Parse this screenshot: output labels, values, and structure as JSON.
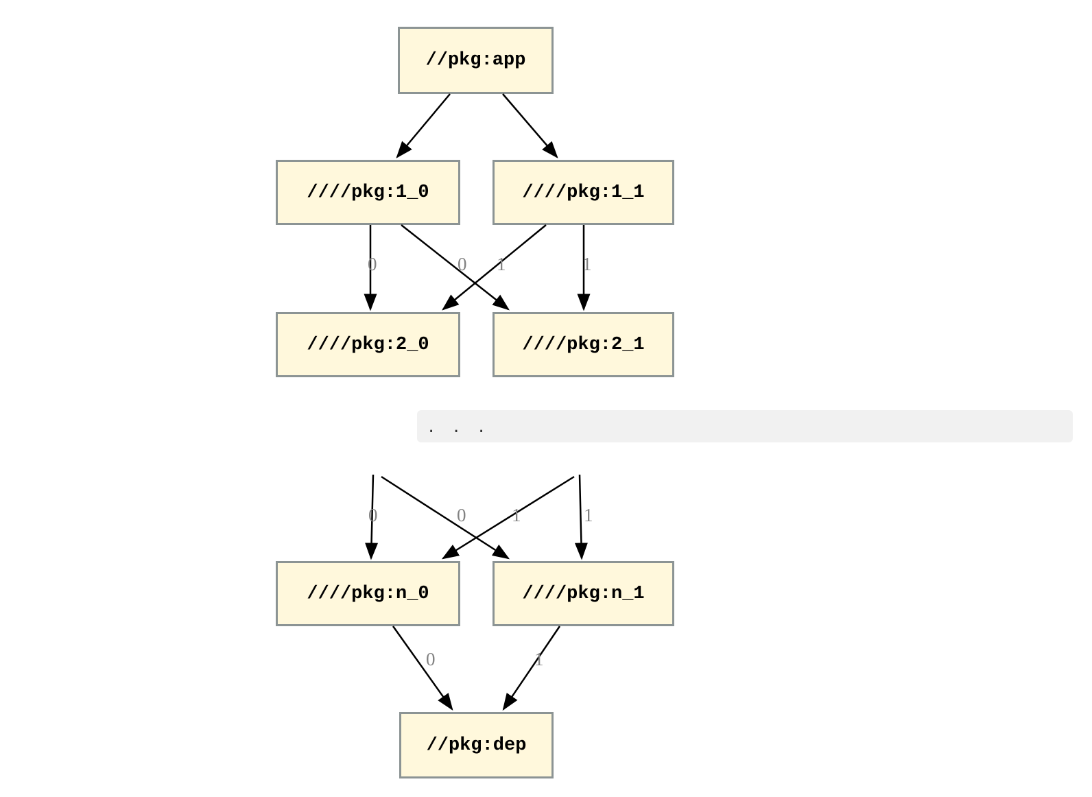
{
  "diagram": {
    "nodes": {
      "app": "//pkg:app",
      "p1_0": "////pkg:1_0",
      "p1_1": "////pkg:1_1",
      "p2_0": "////pkg:2_0",
      "p2_1": "////pkg:2_1",
      "pn_0": "////pkg:n_0",
      "pn_1": "////pkg:n_1",
      "dep": "//pkg:dep"
    },
    "ellipsis": ". . .",
    "edge_labels": {
      "from_1_0_to_2_0": "0",
      "from_1_1_to_2_0": "0",
      "from_1_0_to_2_1": "1",
      "from_1_1_to_2_1": "1",
      "into_n_0_left": "0",
      "into_n_0_right": "0",
      "into_n_1_left": "1",
      "into_n_1_right": "1",
      "from_n_0_to_dep": "0",
      "from_n_1_to_dep": "1"
    },
    "colors": {
      "node_fill": "#FFF8DC",
      "node_border": "#8c9494",
      "edge": "#000000",
      "edge_label": "#828282",
      "ellipsis_bg": "#f1f1f1"
    }
  }
}
